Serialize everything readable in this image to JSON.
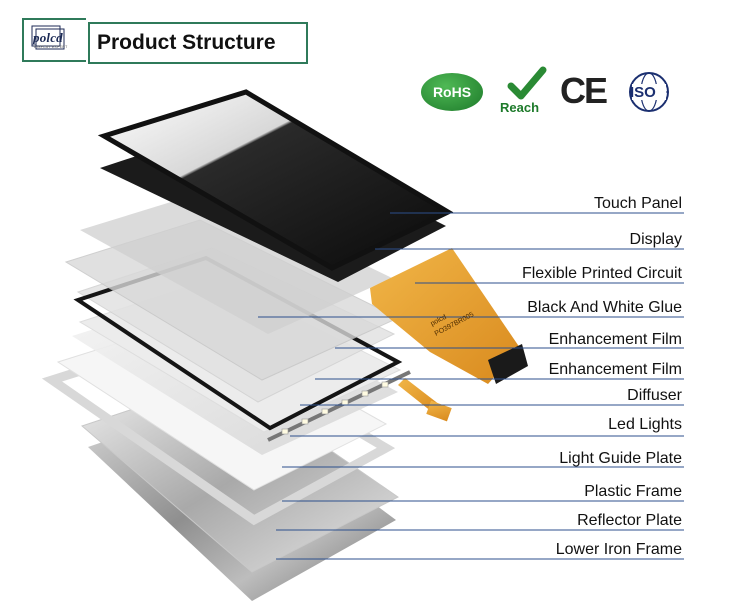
{
  "header": {
    "brand_name": "polcd",
    "brand_tagline": "DISPLAY EXPERT",
    "title": "Product Structure"
  },
  "certifications": [
    {
      "name": "RoHS",
      "icon": "rohs-badge-icon"
    },
    {
      "name": "Reach",
      "icon": "checkmark-icon"
    },
    {
      "name": "CE",
      "icon": "ce-mark-icon"
    },
    {
      "name": "ISO",
      "icon": "iso-globe-icon"
    }
  ],
  "fpc_print": {
    "line1": "polcd",
    "line2": "PO397BR005"
  },
  "layers": [
    {
      "label": "Touch Panel"
    },
    {
      "label": "Display"
    },
    {
      "label": "Flexible Printed Circuit"
    },
    {
      "label": "Black And White Glue"
    },
    {
      "label": "Enhancement Film"
    },
    {
      "label": "Enhancement Film"
    },
    {
      "label": "Diffuser"
    },
    {
      "label": "Led Lights"
    },
    {
      "label": "Light Guide Plate"
    },
    {
      "label": "Plastic Frame"
    },
    {
      "label": "Reflector Plate"
    },
    {
      "label": "Lower Iron Frame"
    }
  ],
  "colors": {
    "brand_green": "#2f7a5a",
    "leader_line": "#2c4f8c",
    "fpc_orange": "#e9a53a",
    "rohs_green": "#2f9a3a"
  }
}
